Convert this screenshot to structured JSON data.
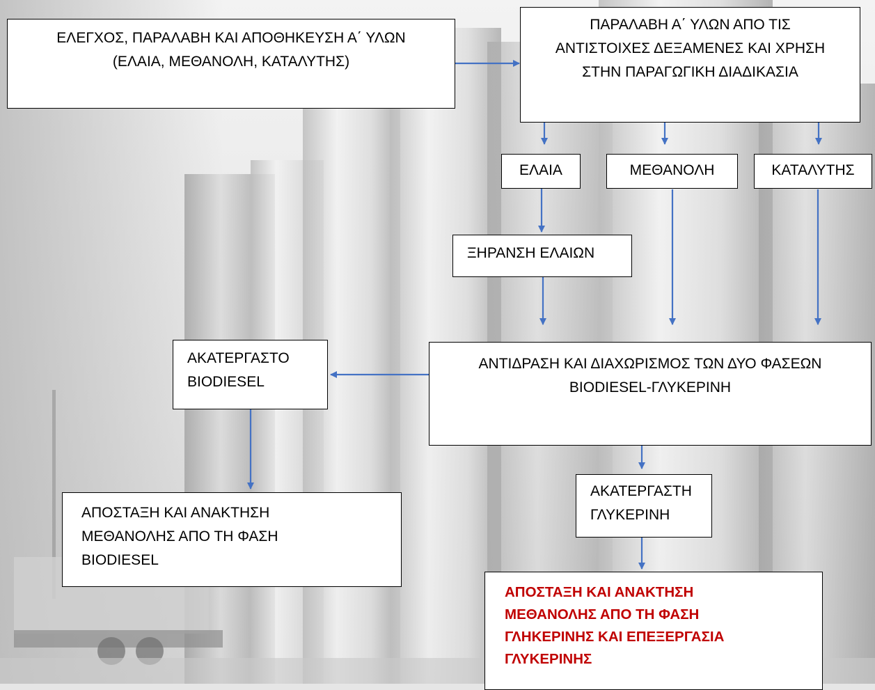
{
  "colors": {
    "arrow": "#4472c4",
    "box_border": "#000000",
    "box_fill": "#ffffff",
    "highlight_text": "#c00000"
  },
  "nodes": {
    "receive_raw_materials": {
      "line1": "ΕΛΕΓΧΟΣ, ΠΑΡΑΛΑΒΗ ΚΑΙ ΑΠΟΘΗΚΕΥΣΗ Α΄ ΥΛΩΝ",
      "line2": "(ΕΛΑΙΑ, ΜΕΘΑΝΟΛΗ, ΚΑΤΑΛΥΤΗΣ)"
    },
    "feed_to_production": {
      "line1": "ΠΑΡΑΛΑΒΗ Α΄ ΥΛΩΝ ΑΠΟ ΤΙΣ",
      "line2": "ΑΝΤΙΣΤΟΙΧΕΣ ΔΕΞΑΜΕΝΕΣ ΚΑΙ ΧΡΗΣΗ",
      "line3": "ΣΤΗΝ ΠΑΡΑΓΩΓΙΚΗ ΔΙΑΔΙΚΑΣΙΑ"
    },
    "oils": {
      "label": "ΕΛΑΙΑ"
    },
    "methanol": {
      "label": "ΜΕΘΑΝΟΛΗ"
    },
    "catalyst": {
      "label": "ΚΑΤΑΛΥΤΗΣ"
    },
    "oil_drying": {
      "label": "ΞΗΡΑΝΣΗ ΕΛΑΙΩΝ"
    },
    "reaction_separation": {
      "line1": "ΑΝΤΙΔΡΑΣΗ ΚΑΙ ΔΙΑΧΩΡΙΣΜΟΣ ΤΩΝ ΔΥΟ ΦΑΣΕΩΝ",
      "line2": "BIODIESEL-ΓΛΥΚΕΡΙΝΗ"
    },
    "crude_biodiesel": {
      "line1": "ΑΚΑΤΕΡΓΑΣΤΟ",
      "line2": "BIODIESEL"
    },
    "crude_glycerin": {
      "line1": "ΑΚΑΤΕΡΓΑΣΤΗ",
      "line2": "ΓΛΥΚΕΡΙΝΗ"
    },
    "methanol_recovery_biodiesel": {
      "line1": "ΑΠΟΣΤΑΞΗ ΚΑΙ ΑΝΑΚΤΗΣΗ",
      "line2": "ΜΕΘΑΝΟΛΗΣ ΑΠΟ ΤΗ ΦΑΣΗ",
      "line3": "BIODIESEL"
    },
    "methanol_recovery_glycerin": {
      "line1": "ΑΠΟΣΤΑΞΗ ΚΑΙ ΑΝΑΚΤΗΣΗ",
      "line2": "ΜΕΘΑΝΟΛΗΣ ΑΠΟ ΤΗ ΦΑΣΗ",
      "line3": "ΓΛΗΚΕΡΙΝΗΣ ΚΑΙ ΕΠΕΞΕΡΓΑΣΙΑ",
      "line4": "ΓΛΥΚΕΡΙΝΗΣ"
    }
  },
  "edges": [
    {
      "from": "receive_raw_materials",
      "to": "feed_to_production"
    },
    {
      "from": "feed_to_production",
      "to": "oils"
    },
    {
      "from": "feed_to_production",
      "to": "methanol"
    },
    {
      "from": "feed_to_production",
      "to": "catalyst"
    },
    {
      "from": "oils",
      "to": "oil_drying"
    },
    {
      "from": "oil_drying",
      "to": "reaction_separation"
    },
    {
      "from": "methanol",
      "to": "reaction_separation"
    },
    {
      "from": "catalyst",
      "to": "reaction_separation"
    },
    {
      "from": "reaction_separation",
      "to": "crude_biodiesel"
    },
    {
      "from": "reaction_separation",
      "to": "crude_glycerin"
    },
    {
      "from": "crude_biodiesel",
      "to": "methanol_recovery_biodiesel"
    },
    {
      "from": "crude_glycerin",
      "to": "methanol_recovery_glycerin"
    }
  ]
}
